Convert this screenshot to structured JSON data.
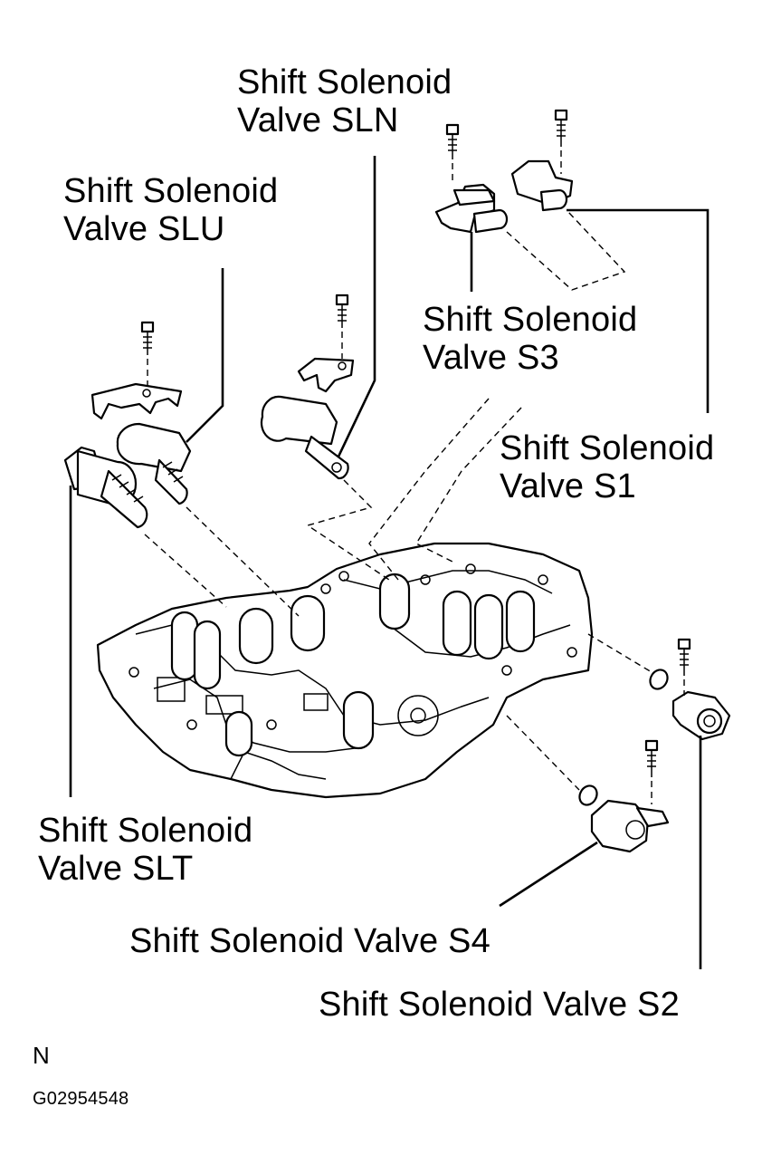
{
  "labels": {
    "sln": [
      "Shift Solenoid",
      "Valve SLN"
    ],
    "slu": [
      "Shift Solenoid",
      "Valve SLU"
    ],
    "s3": [
      "Shift Solenoid",
      "Valve S3"
    ],
    "s1": [
      "Shift Solenoid",
      "Valve S1"
    ],
    "slt": [
      "Shift Solenoid",
      "Valve SLT"
    ],
    "s4": "Shift Solenoid Valve S4",
    "s2": "Shift Solenoid Valve S2"
  },
  "footer": {
    "view_mark": "N",
    "figure_id": "G02954548"
  },
  "colors": {
    "ink": "#000000",
    "background": "#ffffff"
  }
}
